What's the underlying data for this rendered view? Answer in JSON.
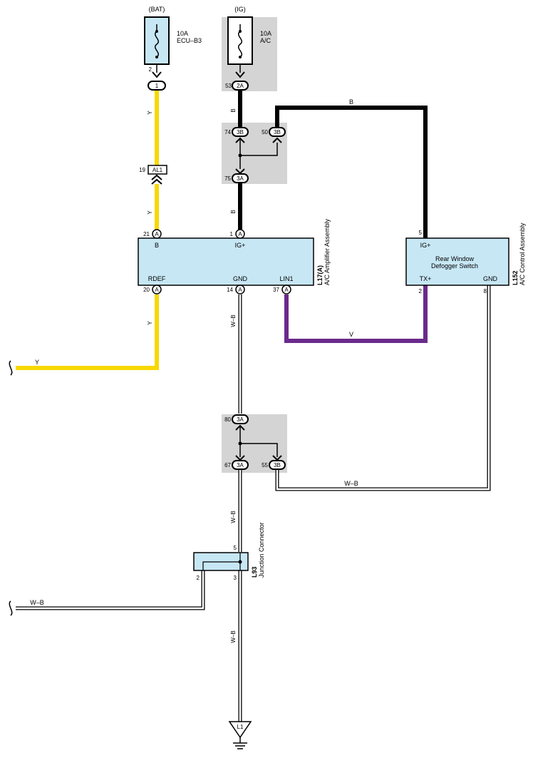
{
  "colors": {
    "yellow_wire": "#f7d800",
    "black_wire": "#000000",
    "violet_wire": "#6b2a8c",
    "component_fill": "#c7e7f5",
    "junction_block": "#d4d4d4"
  },
  "fuses": {
    "bat": {
      "source": "(BAT)",
      "rating": "10A",
      "name": "ECU–B3",
      "pin": "2",
      "connector": "1"
    },
    "ig": {
      "source": "(IG)",
      "rating": "10A",
      "name": "A/C",
      "pin": "53",
      "connector": "2A"
    }
  },
  "inline_connector": {
    "pin": "19",
    "name": "AL1"
  },
  "junction_upper": {
    "pins": [
      {
        "pin": "74",
        "conn": "3B"
      },
      {
        "pin": "50",
        "conn": "3B"
      },
      {
        "pin": "75",
        "conn": "3A"
      }
    ]
  },
  "junction_lower": {
    "pins": [
      {
        "pin": "80",
        "conn": "3A"
      },
      {
        "pin": "67",
        "conn": "3A"
      },
      {
        "pin": "55",
        "conn": "3B"
      }
    ]
  },
  "amplifier": {
    "code": "L17(A)",
    "name": "A/C Amplifier Assembly",
    "terminals": {
      "b": {
        "pin": "21",
        "label": "B",
        "conn": "A"
      },
      "ig": {
        "pin": "1",
        "label": "IG+",
        "conn": "A"
      },
      "rdef": {
        "pin": "20",
        "label": "RDEF",
        "conn": "A"
      },
      "gnd": {
        "pin": "14",
        "label": "GND",
        "conn": "A"
      },
      "lin1": {
        "pin": "37",
        "label": "LIN1",
        "conn": "A"
      }
    }
  },
  "control": {
    "code": "L152",
    "name": "A/C Control Assembly",
    "inner_label": [
      "Rear Window",
      "Defogger Switch"
    ],
    "terminals": {
      "ig": {
        "pin": "5",
        "label": "IG+"
      },
      "tx": {
        "pin": "2",
        "label": "TX+"
      },
      "gnd": {
        "pin": "8",
        "label": "GND"
      }
    }
  },
  "junction_connector": {
    "code": "L93",
    "name": "Junction Connector",
    "pins": {
      "top": "5",
      "left": "2",
      "bottom": "3"
    }
  },
  "wire_labels": {
    "y1": "Y",
    "y2": "Y",
    "y3": "Y",
    "y4": "Y",
    "b1": "B",
    "b2": "B",
    "b3": "B",
    "v1": "V",
    "wb1": "W–B",
    "wb2": "W–B",
    "wb3": "W–B",
    "wb4": "W–B",
    "wb5": "W–B"
  },
  "ground": {
    "label": "L1"
  }
}
